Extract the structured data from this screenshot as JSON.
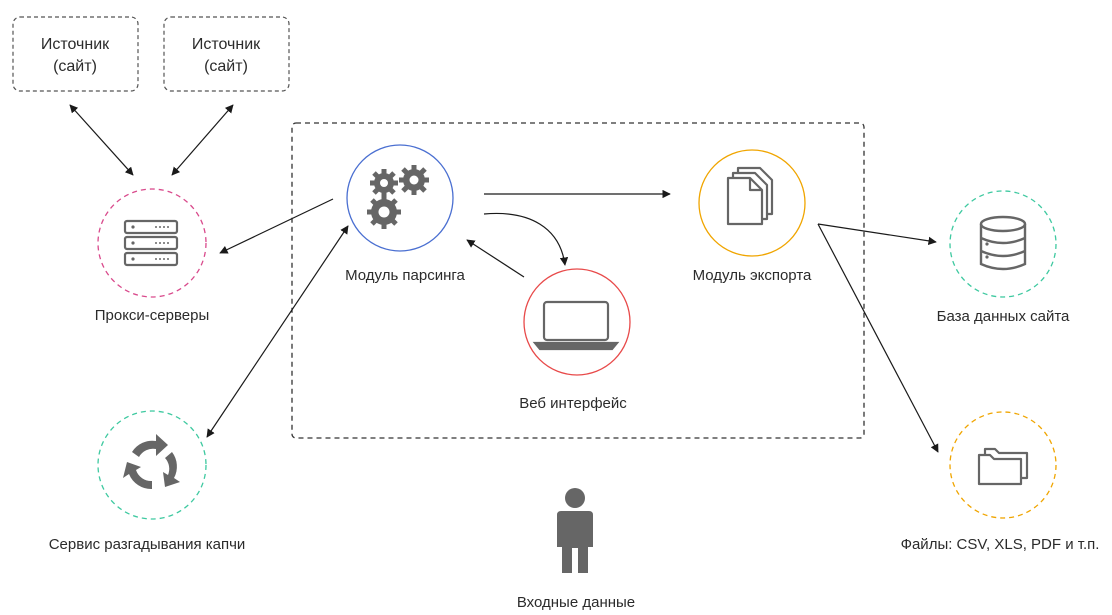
{
  "colors": {
    "parsing": "#4a6fd1",
    "export": "#f0a500",
    "web": "#e84a4a",
    "proxy": "#d94a8c",
    "captcha": "#3ec9a0",
    "database": "#3ec9a0",
    "files": "#f0a500",
    "icon": "#666666",
    "line": "#1a1a1a"
  },
  "nodes": {
    "source1": {
      "line1": "Источник",
      "line2": "(сайт)"
    },
    "source2": {
      "line1": "Источник",
      "line2": "(сайт)"
    },
    "proxy": {
      "label": "Прокси-серверы",
      "icon": "server-icon"
    },
    "parsing": {
      "label": "Модуль парсинга",
      "icon": "gears-icon"
    },
    "export": {
      "label": "Модуль экспорта",
      "icon": "documents-icon"
    },
    "web": {
      "label": "Веб интерфейс",
      "icon": "laptop-icon"
    },
    "database": {
      "label": "База данных сайта",
      "icon": "database-icon"
    },
    "captcha": {
      "label": "Сервис разгадывания капчи",
      "icon": "recycle-icon"
    },
    "files": {
      "label": "Файлы: CSV, XLS, PDF и т.п.",
      "icon": "folders-icon"
    },
    "input": {
      "label": "Входные данные",
      "icon": "person-icon"
    }
  }
}
